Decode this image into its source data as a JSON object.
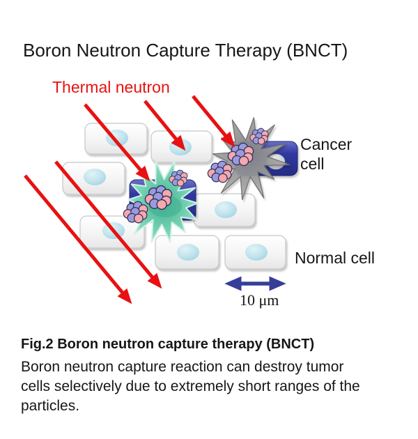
{
  "title": "Boron Neutron Capture Therapy (BNCT)",
  "diagram": {
    "thermal_neutron_label": "Thermal neutron",
    "cancer_cell_label": "Cancer cell",
    "normal_cell_label": "Normal cell",
    "scale_label": "10 μm",
    "normal_cell_count": 7,
    "neutron_arrow_count": 5,
    "reaction_burst_count": 2,
    "particle_cluster_count": 6
  },
  "caption": {
    "heading": "Fig.2 Boron neutron capture therapy (BNCT)",
    "body": "Boron neutron capture reaction can destroy tumor cells selectively due to extremely short ranges of the particles."
  },
  "colors": {
    "neutron_red": "#e81111",
    "cancer_navy": "#2e3695",
    "measure_navy": "#363e99",
    "reaction_green": "#57c2a2",
    "destroyed_gray": "#9c9c9c",
    "cell_fill": "#f5f5f5",
    "cell_border": "#c6c6c6",
    "nucleus_blue": "#b9dfe9",
    "particle_pink": "#f5a9ad",
    "particle_purple": "#9b9bdc",
    "text_black": "#161616"
  }
}
